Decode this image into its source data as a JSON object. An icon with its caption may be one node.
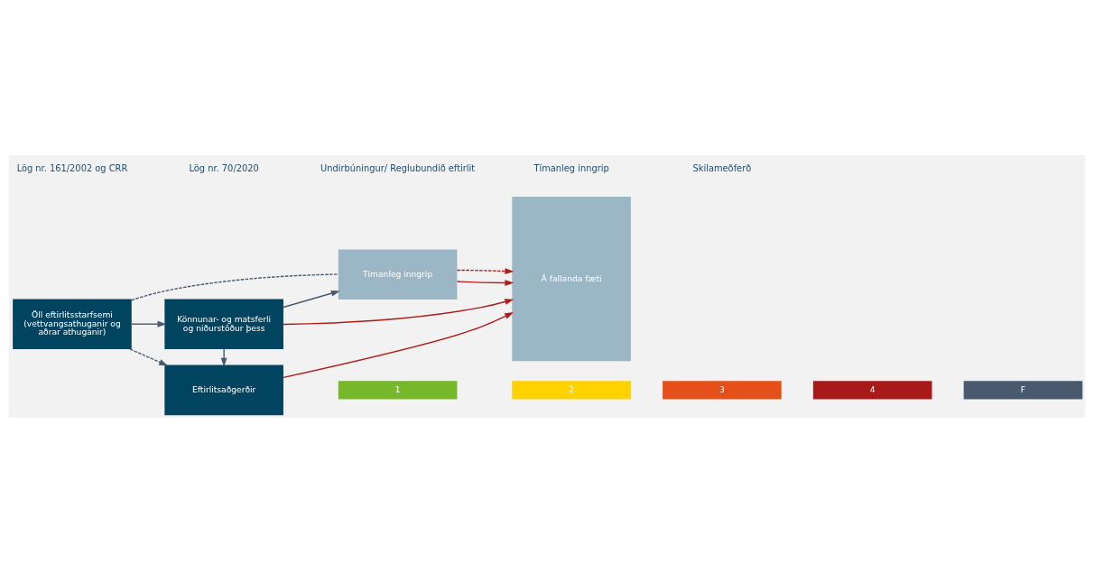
{
  "diagram": {
    "nodes": [
      {
        "text": [
          "Öll eftirlitsstarfsemi (vettvangsathuganir og aðrar athuganir)"
        ]
      },
      {
        "text": [
          "Könnunar- og matsferli og niðurstöður þess"
        ]
      },
      {
        "text": [
          "Eftirlitsaðgerðir"
        ]
      },
      {
        "text": [
          "Tímanleg inngrip"
        ]
      },
      {
        "text": [
          "Á fallanda fæti"
        ]
      },
      {
        "text": [
          "1"
        ]
      },
      {
        "text": [
          "2"
        ]
      },
      {
        "text": [
          "3"
        ]
      },
      {
        "text": [
          "4"
        ]
      },
      {
        "text": [
          "F"
        ]
      }
    ],
    "edges": [
      {
        "from": 0,
        "to": 1,
        "arrow": "to"
      },
      {
        "from": 1,
        "to": 3,
        "arrow": "to"
      },
      {
        "from": 1,
        "to": 2,
        "arrow": "to"
      },
      {
        "from": 0,
        "to": 2,
        "arrow": "to",
        "style": "dashed"
      },
      {
        "from": 0,
        "to": 3,
        "arrow": "none",
        "style": "dashed"
      },
      {
        "from": 1,
        "to": 4,
        "arrow": "to",
        "color": "#b01c1c"
      },
      {
        "from": 3,
        "to": 4,
        "arrow": "to",
        "color": "#b01c1c"
      },
      {
        "from": 3,
        "to": 4,
        "arrow": "to",
        "style": "dashed",
        "color": "#b01c1c"
      },
      {
        "from": 2,
        "to": 4,
        "arrow": "to",
        "color": "#b01c1c"
      }
    ],
    "labels": [
      "Lög nr. 161/2002 og CRR",
      "Lög nr. 70/2020",
      "Undirbúningur/ Reglubundið eftirlit",
      "Tímanleg inngrip",
      "Skilameðferð"
    ]
  }
}
